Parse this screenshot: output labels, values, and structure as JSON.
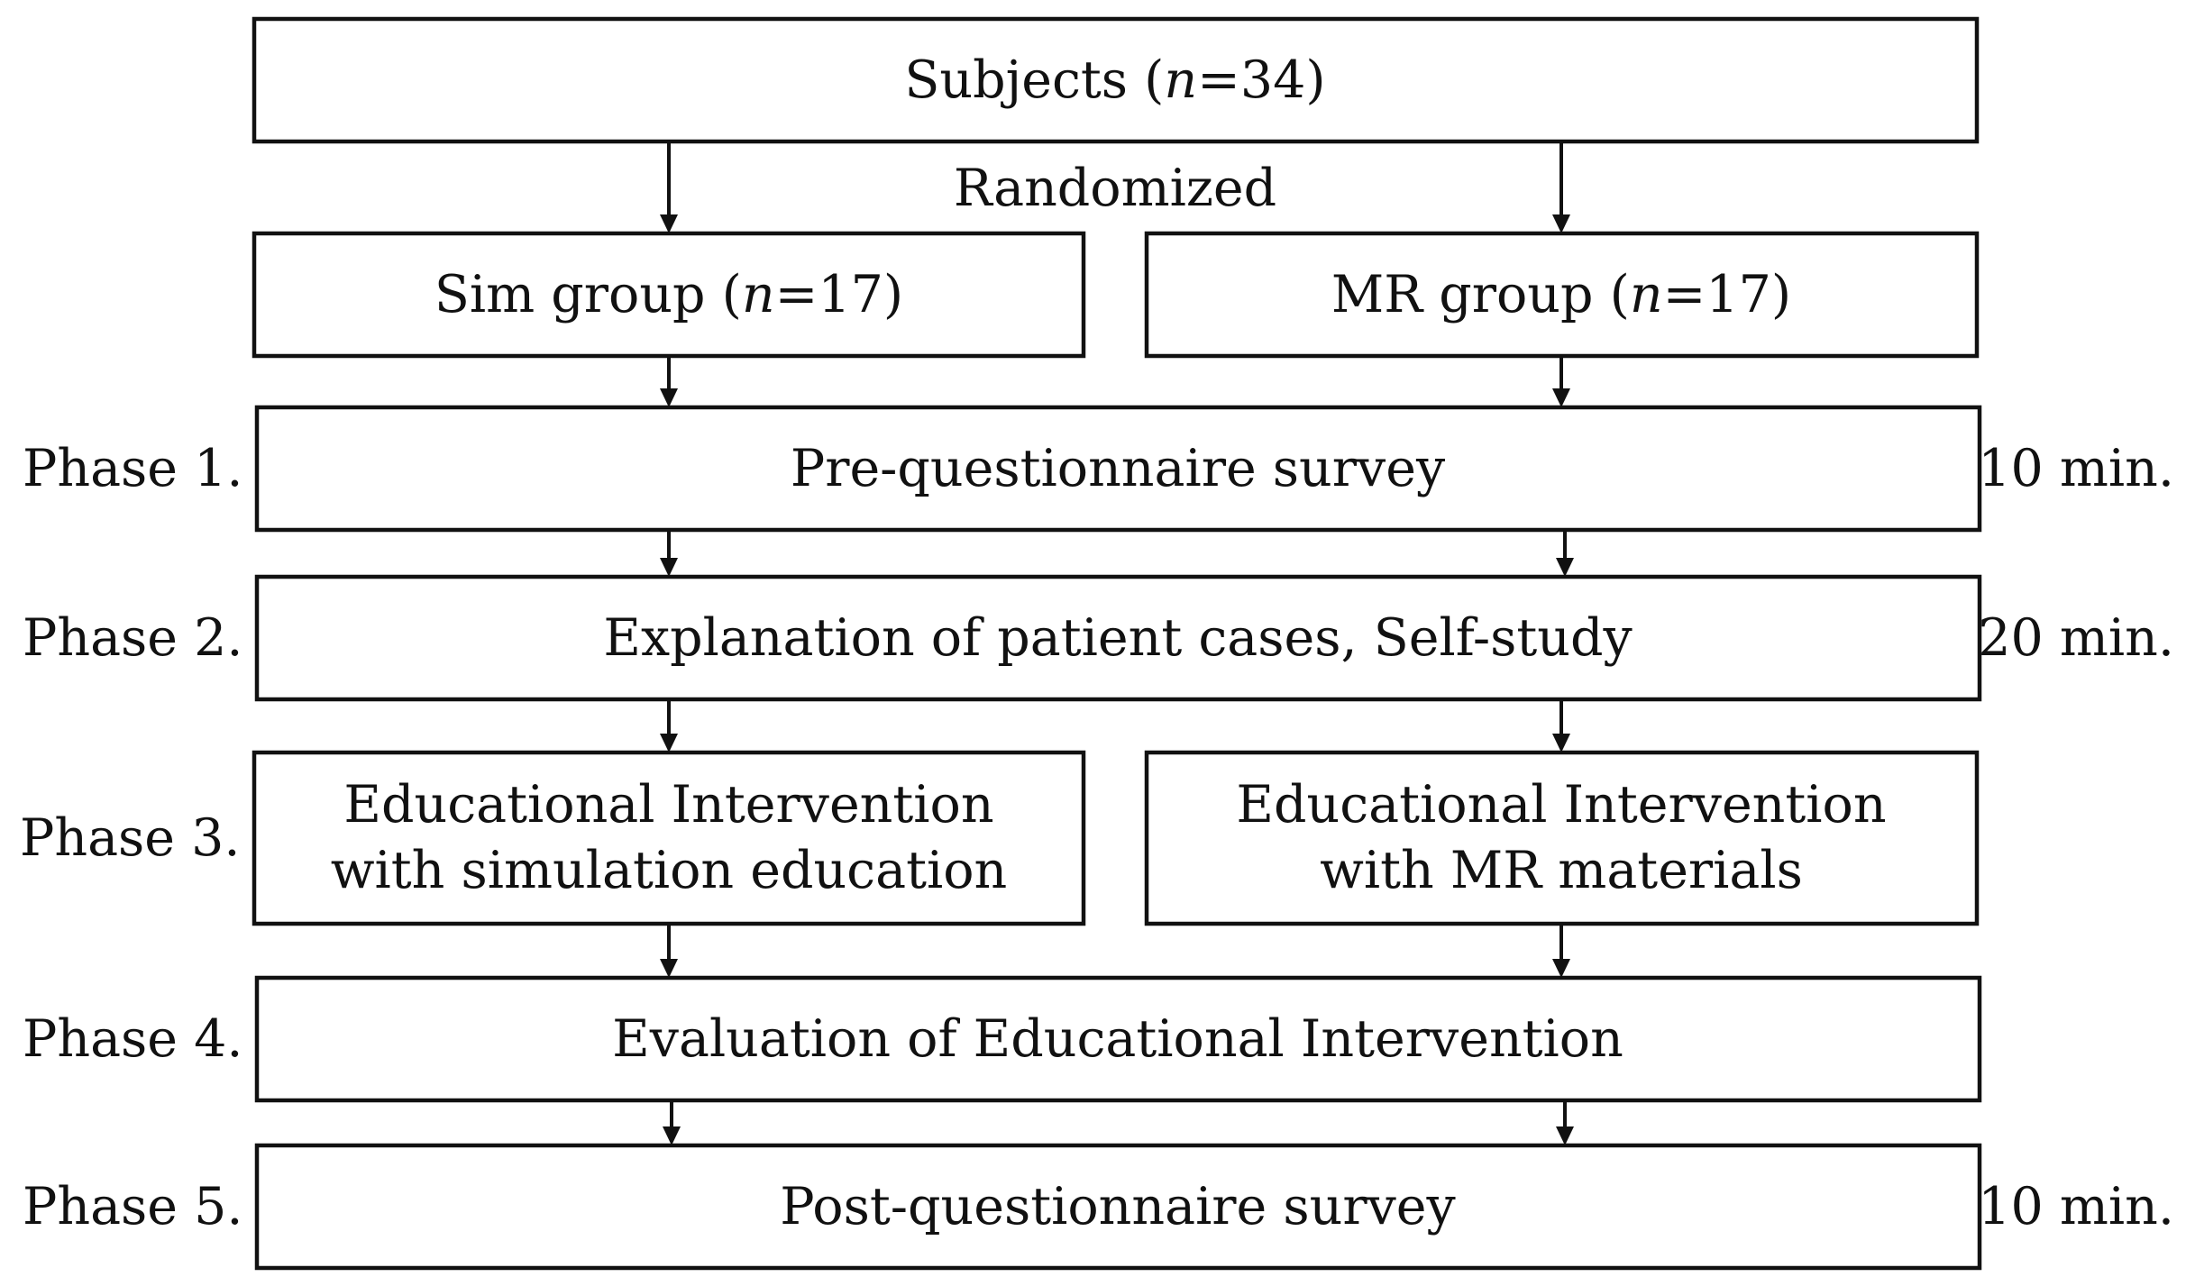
{
  "subjects": {
    "label": "Subjects (",
    "n_symbol": "n",
    "n_value": "=34)"
  },
  "randomized_label": "Randomized",
  "sim_group": {
    "label": "Sim group (",
    "n_symbol": "n",
    "n_value": "=17)"
  },
  "mr_group": {
    "label": "MR group (",
    "n_symbol": "n",
    "n_value": "=17)"
  },
  "phases": [
    {
      "label": "Phase 1.",
      "title": "Pre-questionnaire survey",
      "time": "10 min."
    },
    {
      "label": "Phase 2.",
      "title": "Explanation of patient cases, Self-study",
      "time": "20 min."
    },
    {
      "label": "Phase 3.",
      "time": ""
    },
    {
      "label": "Phase 4.",
      "title": "Evaluation of Educational Intervention",
      "time": ""
    },
    {
      "label": "Phase 5.",
      "title": "Post-questionnaire survey",
      "time": "10 min."
    }
  ],
  "intervention_sim": {
    "line1": "Educational Intervention",
    "line2": "with simulation education"
  },
  "intervention_mr": {
    "line1": "Educational Intervention",
    "line2": "with MR materials"
  }
}
